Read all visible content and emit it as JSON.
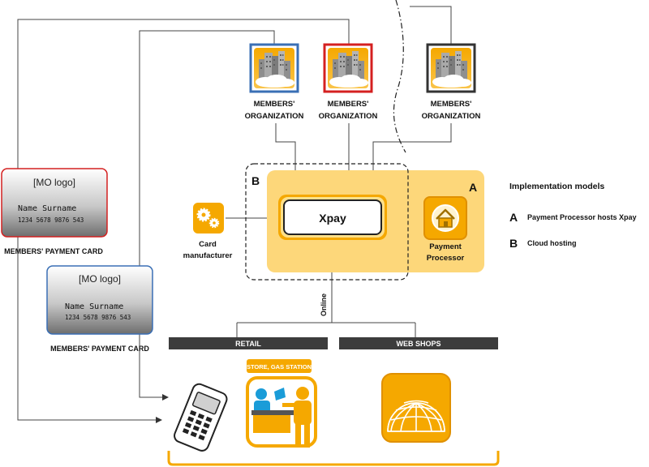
{
  "colors": {
    "accent": "#f5a800",
    "accent_light": "#fde08a",
    "accent_zone": "#fdd77a",
    "blue_frame": "#3a6fb5",
    "red_frame": "#d42020",
    "dark_frame": "#333333",
    "bar": "#3c3c3c"
  },
  "organizations": [
    {
      "label_line1": "MEMBERS'",
      "label_line2": "ORGANIZATION",
      "frame": "blue"
    },
    {
      "label_line1": "MEMBERS'",
      "label_line2": "ORGANIZATION",
      "frame": "red"
    },
    {
      "label_line1": "MEMBERS'",
      "label_line2": "ORGANIZATION",
      "frame": "dark"
    }
  ],
  "cards": [
    {
      "logo": "[MO logo]",
      "name": "Name Surname",
      "number": "1234 5678 9876 543",
      "caption": "MEMBERS' PAYMENT CARD",
      "frame": "red"
    },
    {
      "logo": "[MO logo]",
      "name": "Name Surname",
      "number": "1234 5678 9876 543",
      "caption": "MEMBERS' PAYMENT CARD",
      "frame": "blue"
    }
  ],
  "zone_b_label": "B",
  "zone_a_label": "A",
  "xpay_label": "Xpay",
  "card_manufacturer": {
    "line1": "Card",
    "line2": "manufacturer",
    "icon": "gears-icon"
  },
  "payment_processor": {
    "line1": "Payment",
    "line2": "Processor",
    "icon": "home-icon"
  },
  "online_label": "Online",
  "channels": [
    {
      "label": "RETAIL"
    },
    {
      "label": "WEB SHOPS"
    }
  ],
  "store_label": "STORE, GAS STATION",
  "legend": {
    "title": "Implementation models",
    "items": [
      {
        "key": "A",
        "text": "Payment Processor hosts Xpay"
      },
      {
        "key": "B",
        "text": "Cloud hosting"
      }
    ]
  }
}
